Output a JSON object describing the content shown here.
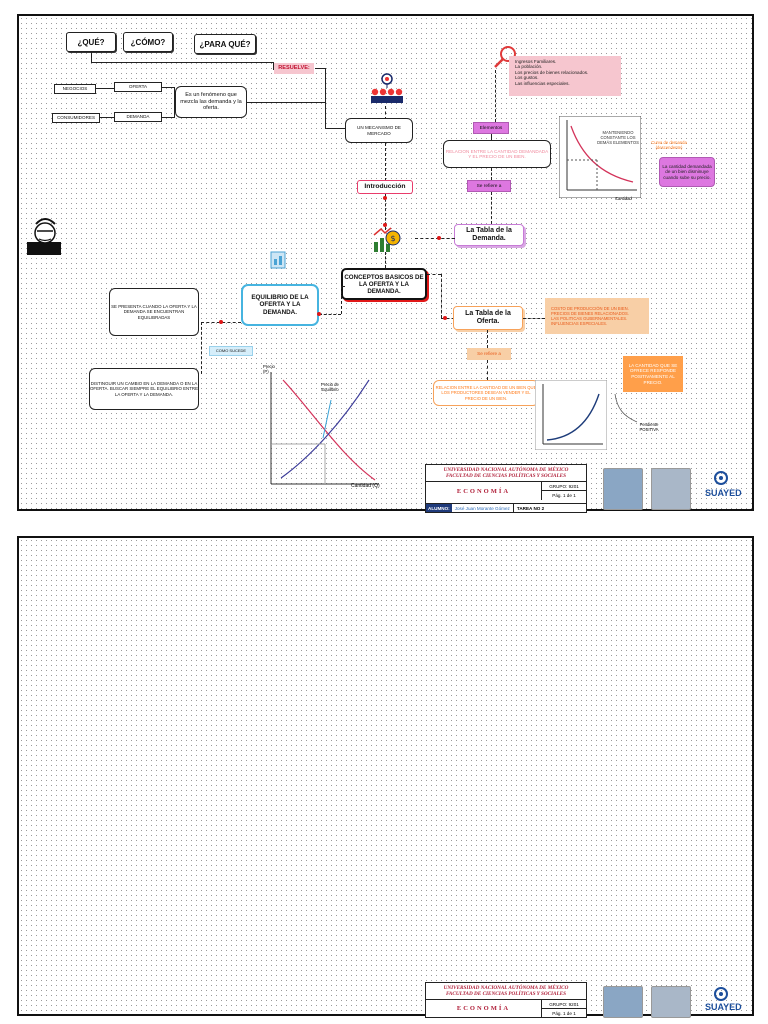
{
  "questions": [
    "¿QUÉ?",
    "¿CÓMO?",
    "¿PARA QUÉ?"
  ],
  "resuelve": "RESUELVE:",
  "negocios": "NEGOCIOS",
  "consumidores": "CONSUMIDORES",
  "oferta_small": "OFERTA",
  "demanda_small": "DEMANDA",
  "fenomeno": "Es un fenómeno que mezcla las demanda y la oferta.",
  "mecanismo": "UN MECANISMO DE MERCADO",
  "introduccion": "Introducción",
  "elementos": "Elementos",
  "elementos_list": "Ingresos Familiares.\nLa población.\nLos precios de bienes relacionados.\nLos gustos.\nLas influencias especiales.",
  "relacion_demanda": "RELACION ENTRE LA CANTIDAD DEMANDADA Y EL PRECIO DE UN BIEN.",
  "se_refiere_a": "Se refiere a",
  "manteniendo": "MANTENIENDO CONSTANTE LOS DEMÁS ELEMENTOS",
  "curva_demanda_label": "Curva de demanda (descendente)",
  "cantidad_demandada": "La cantidad demandada de un bien disminuye cuando sube su precio.",
  "tabla_demanda": "La Tabla de la Demanda.",
  "conceptos": "CONCEPTOS BASICOS DE LA OFERTA Y LA DEMANDA.",
  "equilibrio": "EQUILIBRIO DE LA OFERTA Y LA DEMANDA.",
  "se_presenta": "SE PRESENTA CUANDO LA OFERTA Y LA DEMANDA SE ENCUENTRAN EQUILIBRADAS",
  "como_sucede": "COMO SUCEDE",
  "distinguir": "DISTINGUIR UN CAMBIO EN LA DEMANDA O EN LA OFERTA. BUSCAR SIEMPRE EL EQUILIBRIO ENTRE LA OFERTA Y LA DEMANDA.",
  "tabla_oferta": "La Tabla de la Oferta.",
  "costo_lista": "COSTO DE PRODUCCIÓN DE UN BIEN.\nPRECIOS DE BIENES RELACIONADOS.\nLAS POLITICAS GUBERNAMENTALES.\nINFLUENCIAS ESPECIALES.",
  "se_refiere_oferta": "Se refiere a",
  "relacion_oferta": "RELACION ENTRE LA CANTIDAD DE UN BIEN QUE LOS PRODUCTORES DESEAN VENDER Y EL PRECIO DE UN BIEN.",
  "cantidad_ofrece": "LA CANTIDAD QUE SE OFRECE RESPONDE POSITIVAMENTE AL PRECIO.",
  "pendiente": "Pendiente POSITIVA",
  "chart_precio": "Precio",
  "chart_cantidad": "Cantidad",
  "eq_precio_label": "Precio de Equilibrio",
  "eq_cantidad_label": "Cantidad (Q)",
  "eq_precio_axis": "Precio (P)",
  "footer": {
    "university": "UNIVERSIDAD NACIONAL AUTÓNOMA DE MÉXICO",
    "faculty": "FACULTAD DE CIENCIAS POLÍTICAS Y SOCIALES",
    "subject": "ECONOMÍA",
    "group": "GRUPO: 9201",
    "page": "Pág. 1 de 1",
    "alumno_label": "ALUMNO:",
    "alumno": "José Juan Morante Gómez",
    "tarea": "TAREA NO 2",
    "logo": "SUAYED"
  },
  "colors": {
    "accent_red": "#e01818",
    "pink": "#f6c6cf",
    "magenta": "#dd77e0",
    "orange": "#ff9f4a",
    "blue_border": "#46b4e0",
    "violet_border": "#c77bd6",
    "orange_border": "#f7a25a"
  }
}
